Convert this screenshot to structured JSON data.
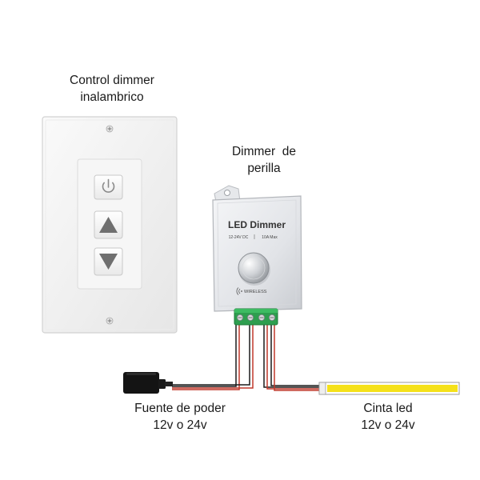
{
  "labels": {
    "remote": {
      "line1": "Control dimmer",
      "line2": "inalambrico"
    },
    "dimmer": {
      "line1": "Dimmer  de",
      "line2": "perilla"
    },
    "power": {
      "line1": "Fuente de poder",
      "line2": "12v o 24v"
    },
    "strip": {
      "line1": "Cinta led",
      "line2": "12v o 24v"
    }
  },
  "device": {
    "title": "LED Dimmer",
    "spec_voltage": "12-24V DC",
    "spec_current": "10A Max",
    "wireless": "WIRELESS"
  },
  "colors": {
    "wire_red": "#c0392b",
    "wire_black": "#1c1c1c",
    "terminal_green": "#2e9e4f",
    "led_yellow": "#f5e11a"
  }
}
